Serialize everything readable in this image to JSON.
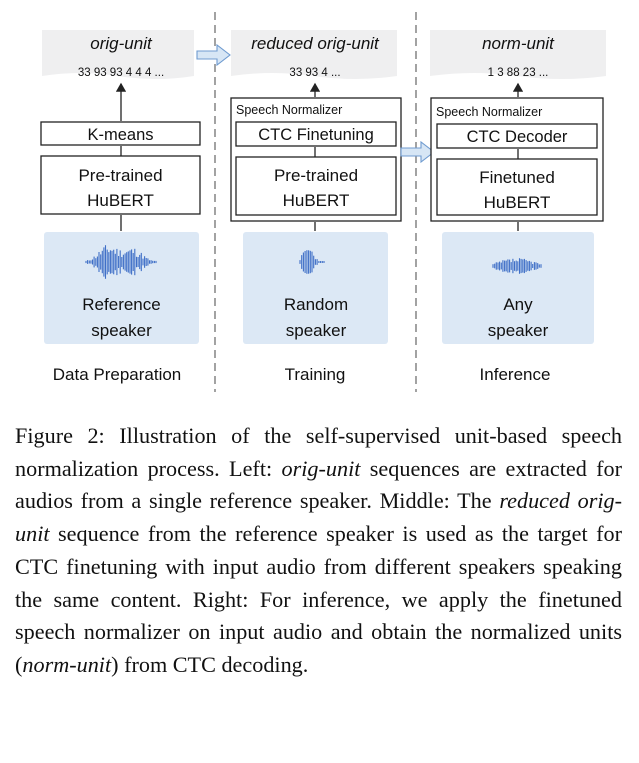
{
  "columns": {
    "left": {
      "output_title": "orig-unit",
      "output_sequence": "33 93 93 4 4 4 ...",
      "kmeans_label": "K-means",
      "model_line1": "Pre-trained",
      "model_line2": "HuBERT",
      "speaker_line1": "Reference",
      "speaker_line2": "speaker",
      "stage_label": "Data Preparation"
    },
    "middle": {
      "output_title": "reduced orig-unit",
      "output_sequence": "33 93 4 ...",
      "normalizer_label": "Speech Normalizer",
      "ctc_label": "CTC Finetuning",
      "model_line1": "Pre-trained",
      "model_line2": "HuBERT",
      "speaker_line1": "Random",
      "speaker_line2": "speaker",
      "stage_label": "Training"
    },
    "right": {
      "output_title": "norm-unit",
      "output_sequence": "1 3 88 23 ...",
      "normalizer_label": "Speech Normalizer",
      "ctc_label": "CTC Decoder",
      "model_line1": "Finetuned",
      "model_line2": "HuBERT",
      "speaker_line1": "Any",
      "speaker_line2": "speaker",
      "stage_label": "Inference"
    }
  },
  "colors": {
    "output_box": "#efeff0",
    "speaker_box": "#dce8f5",
    "waveform": "#3f6fc7",
    "arrow_fill": "#d7e6f5",
    "arrow_stroke": "#6f9bd0",
    "divider": "#8c8c8c"
  },
  "caption": {
    "figure_label": "Figure 2:",
    "s1": "Illustration of the self-supervised unit-based speech normalization process.",
    "left_prefix": "Left:",
    "left_term": "orig-unit",
    "left_rest": "sequences are extracted for audios from a single reference speaker.",
    "middle_prefix": "Middle: The",
    "middle_term": "reduced orig-unit",
    "middle_rest": "sequence from the reference speaker is used as the target for CTC finetuning with input audio from different speakers speaking the same content.",
    "right_prefix": "Right: For inference, we apply the finetuned speech normalizer on input audio and obtain the normalized units (",
    "right_term": "norm-unit",
    "right_rest": ") from CTC decoding."
  }
}
